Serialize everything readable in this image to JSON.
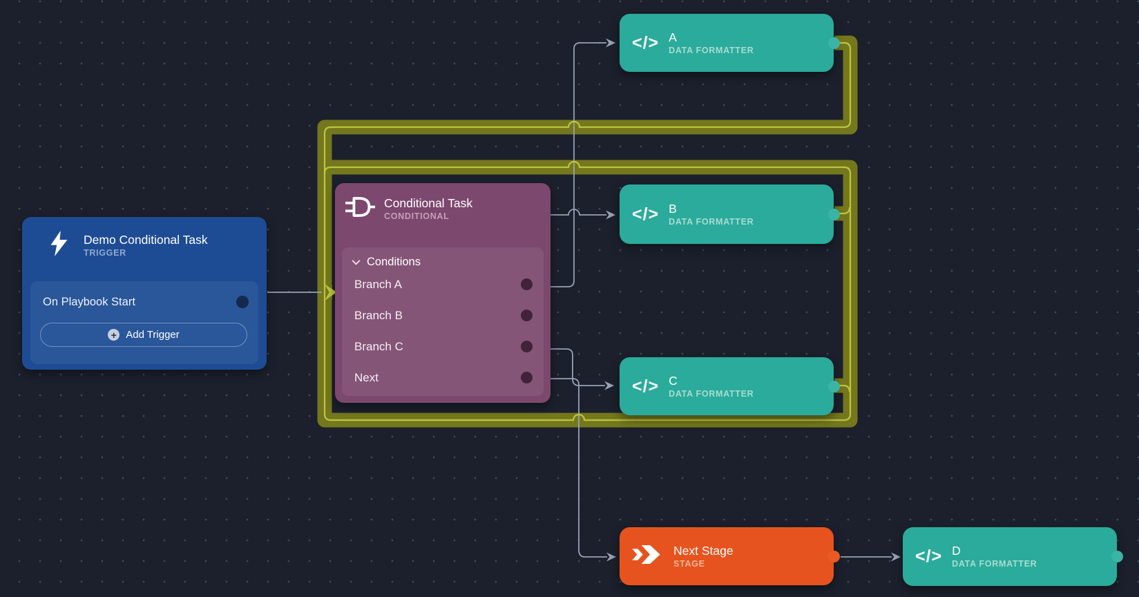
{
  "app": {
    "name": "Playbook workflow canvas"
  },
  "colors": {
    "canvas_bg": "#1b202c",
    "grid_dot": "#404859",
    "trigger_blue": "#1d4c94",
    "conditional_purple": "#7c486e",
    "action_teal": "#2bab9b",
    "stage_orange": "#e7531e",
    "highlight_path": "#bcc63f",
    "highlight_band": "#75771d",
    "connector_gray": "#97a2b4"
  },
  "trigger": {
    "title": "Demo Conditional Task",
    "subtitle": "TRIGGER",
    "row_label": "On Playbook Start",
    "add_button": "Add Trigger"
  },
  "conditional": {
    "title": "Conditional Task",
    "subtitle": "CONDITIONAL",
    "section": "Conditions",
    "branches": [
      "Branch A",
      "Branch B",
      "Branch C",
      "Next"
    ]
  },
  "actions": {
    "a": {
      "title": "A",
      "subtitle": "DATA FORMATTER"
    },
    "b": {
      "title": "B",
      "subtitle": "DATA FORMATTER"
    },
    "c": {
      "title": "C",
      "subtitle": "DATA FORMATTER"
    },
    "d": {
      "title": "D",
      "subtitle": "DATA FORMATTER"
    }
  },
  "stage": {
    "title": "Next Stage",
    "subtitle": "STAGE"
  },
  "icons": {
    "trigger": "lightning-bolt",
    "conditional": "logic-gate",
    "data_formatter": "code-brackets",
    "stage": "double-chevron",
    "add": "plus-circle",
    "conditions_toggle": "chevron-down"
  }
}
